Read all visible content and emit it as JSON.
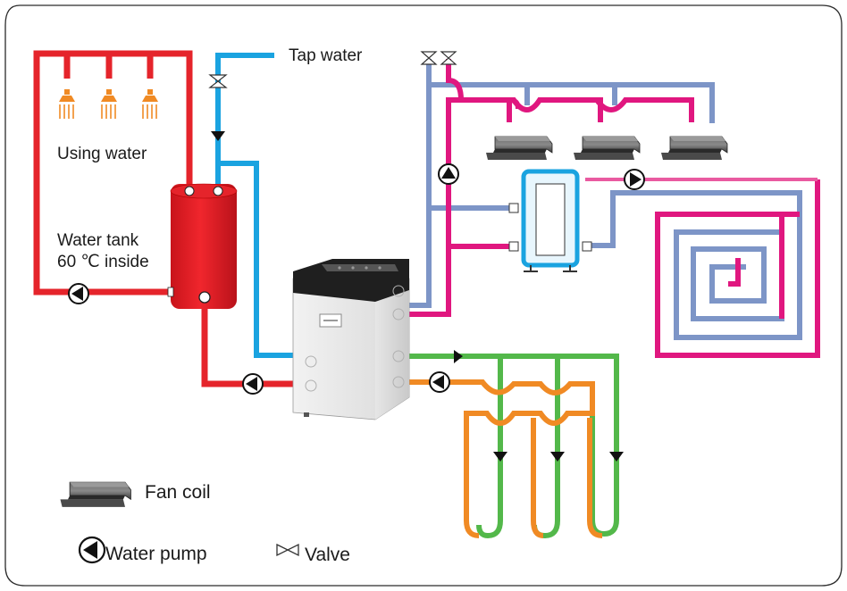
{
  "labels": {
    "tap_water": "Tap water",
    "using_water": "Using water",
    "water_tank_line1": "Water tank",
    "water_tank_line2": "60 ℃ inside"
  },
  "legend": {
    "fan_coil": "Fan coil",
    "water_pump": "Water pump",
    "valve": "Valve"
  },
  "colors": {
    "red": "#e5242b",
    "blue": "#1aa3e0",
    "slate": "#7d95c7",
    "magenta": "#e0177f",
    "green": "#53b84a",
    "orange": "#f08a24",
    "pink": "#e95aa0"
  },
  "icons": [
    "shower-icon",
    "pump-icon",
    "valve-icon",
    "check-valve-icon",
    "fan-coil-icon",
    "heat-pump-unit-icon",
    "water-tank-icon",
    "buffer-tank-icon"
  ]
}
